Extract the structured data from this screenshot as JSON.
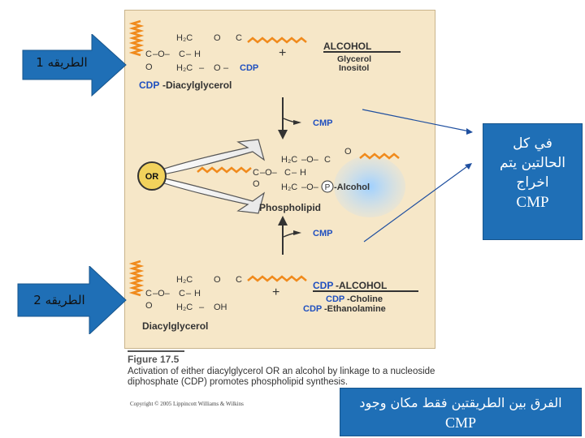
{
  "left_arrows": {
    "route1": "الطريقه 1",
    "route2": "الطريقه 2"
  },
  "notes": {
    "top_right": [
      "في كل",
      "الحالتين يتم",
      "اخراج",
      "CMP"
    ],
    "bottom_right": [
      "الفرق بين الطريقتين فقط مكان وجود",
      "CMP"
    ]
  },
  "diagram": {
    "alcohol_block": {
      "title": "ALCOHOL",
      "items": [
        "Glycerol",
        "Inositol"
      ]
    },
    "top_molecule": {
      "label_prefix": "CDP",
      "label_suffix": "-Diacylglycerol",
      "cdp_group": "CDP",
      "plus": "+"
    },
    "cmp_top": "CMP",
    "cmp_bottom": "CMP",
    "or_label": "OR",
    "phospholipid": {
      "label": "Phospholipid",
      "p_symbol": "P",
      "alcohol": "-Alcohol"
    },
    "cdp_alcohol_block": {
      "title_prefix": "CDP",
      "title_suffix": "-ALCOHOL",
      "items": [
        {
          "prefix": "CDP",
          "suffix": "-Choline"
        },
        {
          "prefix": "CDP",
          "suffix": "-Ethanolamine"
        }
      ]
    },
    "bottom_molecule": {
      "label": "Diacylglycerol",
      "oh": "OH",
      "plus": "+"
    },
    "chem": {
      "h2c": "H₂C",
      "hc": "HC",
      "o": "O",
      "c": "C",
      "h": "H"
    }
  },
  "caption": {
    "title": "Figure 17.5",
    "text": "Activation of either diacylglycerol OR an alcohol by linkage to a nucleoside diphosphate (CDP) promotes phospholipid synthesis.",
    "copyright": "Copyright © 2005 Lippincott Williams & Wilkins"
  },
  "colors": {
    "figure_bg": "#f6e7c8",
    "zigzag": "#f08a1c",
    "cdp_blue": "#1f4fbf",
    "note_bg": "#1f6fb6",
    "left_arrow": "#1f6fb6"
  }
}
